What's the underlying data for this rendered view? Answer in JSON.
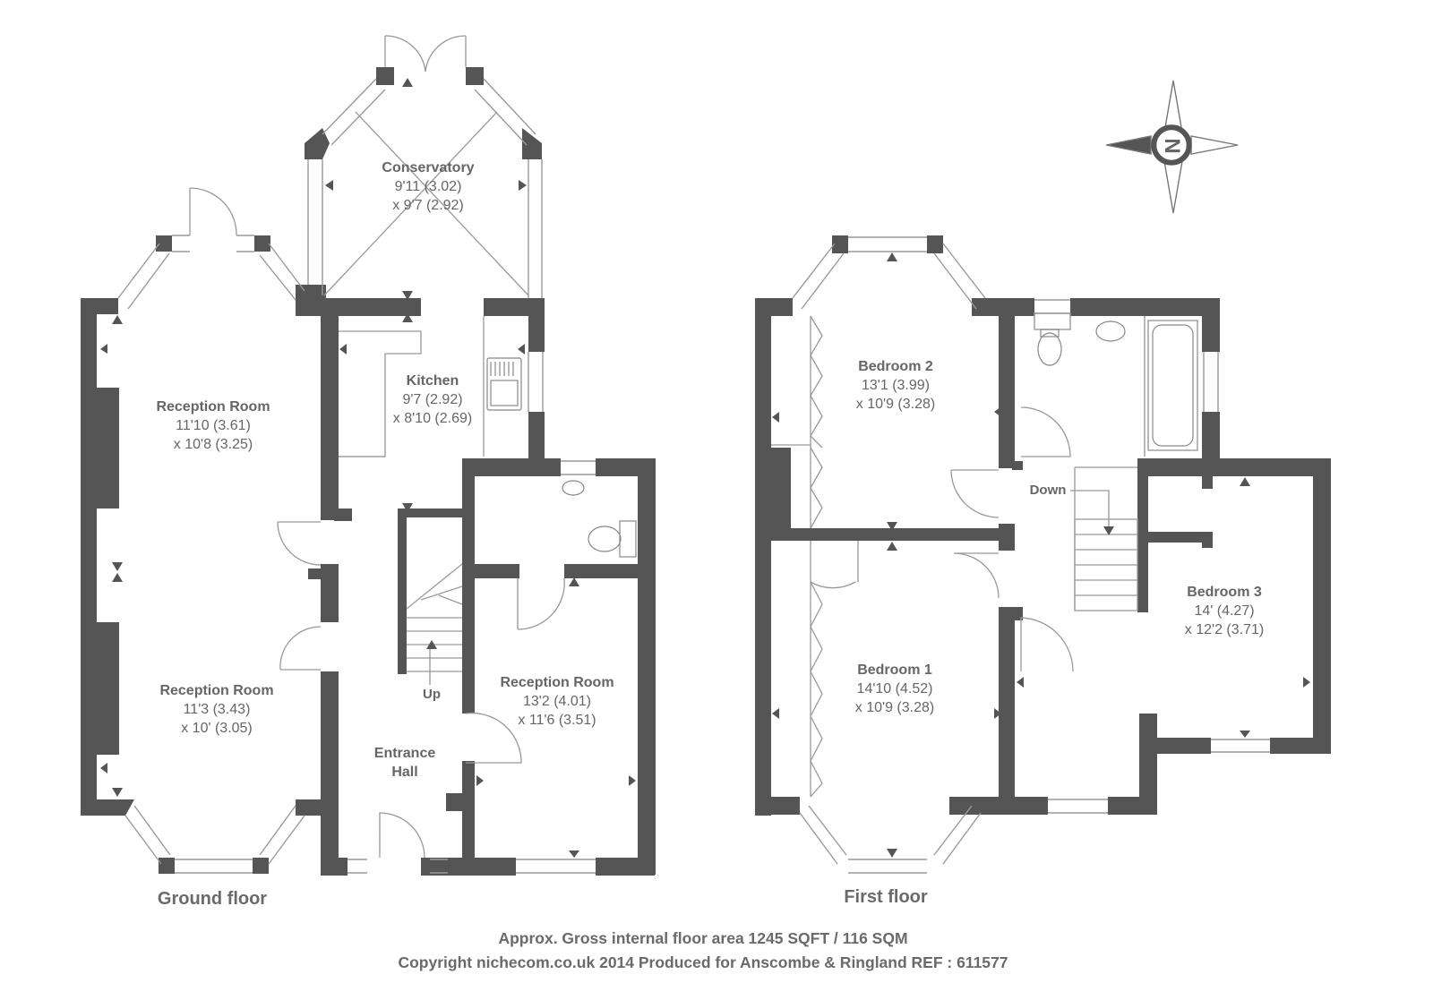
{
  "ground_floor": {
    "caption": "Ground floor",
    "conservatory": {
      "name": "Conservatory",
      "dim1": "9'11 (3.02)",
      "dim2": "x 9'7 (2.92)"
    },
    "kitchen": {
      "name": "Kitchen",
      "dim1": "9'7 (2.92)",
      "dim2": "x 8'10 (2.69)"
    },
    "reception_rear": {
      "name": "Reception Room",
      "dim1": "11'10 (3.61)",
      "dim2": "x 10'8 (3.25)"
    },
    "reception_front": {
      "name": "Reception Room",
      "dim1": "11'3 (3.43)",
      "dim2": "x 10' (3.05)"
    },
    "reception_right": {
      "name": "Reception Room",
      "dim1": "13'2 (4.01)",
      "dim2": "x 11'6 (3.51)"
    },
    "entrance": {
      "line1": "Entrance",
      "line2": "Hall"
    },
    "stairs_label": "Up"
  },
  "first_floor": {
    "caption": "First floor",
    "bedroom2": {
      "name": "Bedroom 2",
      "dim1": "13'1 (3.99)",
      "dim2": "x 10'9 (3.28)"
    },
    "bedroom1": {
      "name": "Bedroom 1",
      "dim1": "14'10 (4.52)",
      "dim2": "x 10'9 (3.28)"
    },
    "bedroom3": {
      "name": "Bedroom 3",
      "dim1": "14' (4.27)",
      "dim2": "x 12'2 (3.71)"
    },
    "stairs_label": "Down"
  },
  "compass": {
    "letter": "N"
  },
  "footer": {
    "area": "Approx. Gross internal floor area 1245 SQFT / 116 SQM",
    "copyright": "Copyright nichecom.co.uk 2014 Produced for Anscombe & Ringland REF : 611577"
  },
  "colors": {
    "wall": "#555555",
    "line": "#777777",
    "text": "#666666"
  }
}
